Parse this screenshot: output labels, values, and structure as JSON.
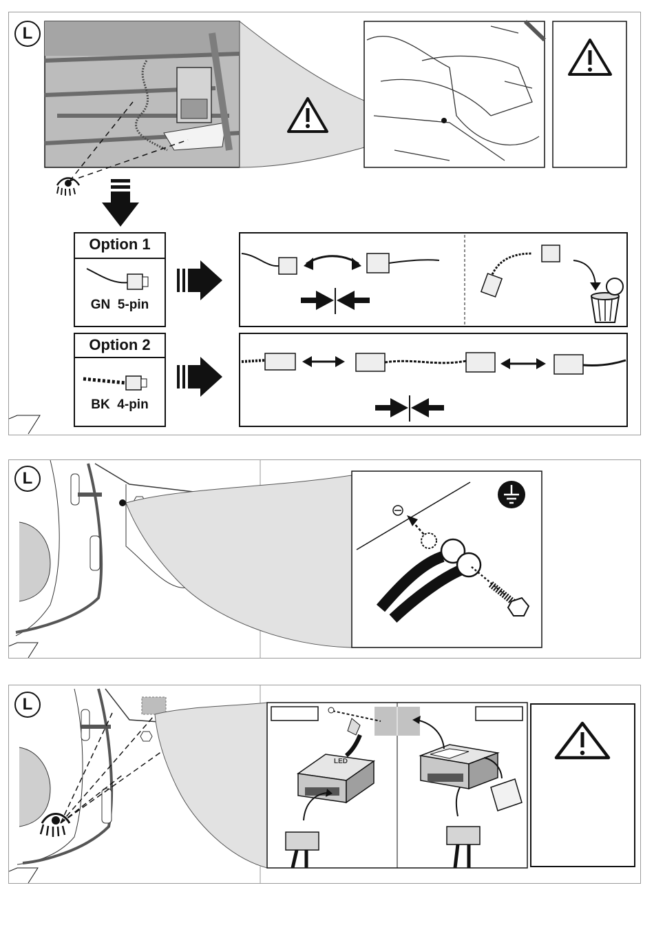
{
  "panel1": {
    "badge": "L",
    "option1": {
      "title": "Option 1",
      "connector": "GN  5-pin"
    },
    "option2": {
      "title": "Option 2",
      "connector": "BK  4-pin"
    }
  },
  "panel2": {
    "badge": "L"
  },
  "panel3": {
    "badge": "L",
    "module_label": "LED"
  },
  "colors": {
    "line": "#111111",
    "fill_gray": "#d9d9d9",
    "zoom_gray": "#e2e2e2",
    "photo_gray": "#b8b8b8"
  },
  "icons": [
    "warning-icon",
    "eye-icon",
    "down-arrow-icon",
    "right-arrow-icon",
    "double-arrow-icon",
    "trash-bin-icon",
    "ground-icon"
  ]
}
